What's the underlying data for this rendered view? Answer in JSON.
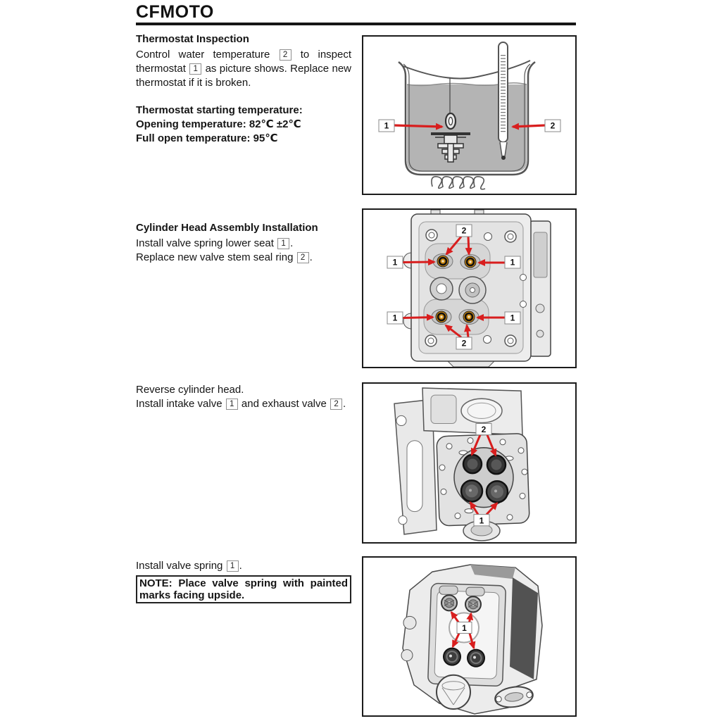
{
  "page": {
    "brand": "CFMOTO"
  },
  "punct": {
    "dot": "."
  },
  "colors": {
    "arrow_red": "#d81e1e",
    "seal_orange": "#cd8a10"
  },
  "section1": {
    "heading": "Thermostat Inspection",
    "p_a": "Control water temperature",
    "ref_a": "2",
    "p_b": "to inspect thermostat",
    "ref_b": "1",
    "p_c": "as picture shows. Replace new thermostat if it is broken.",
    "spec_title": "Thermostat starting temperature:",
    "spec_opening": "Opening temperature: 82℃ ±2℃",
    "spec_full": "Full open temperature: 95℃"
  },
  "section2": {
    "heading": "Cylinder Head Assembly Installation",
    "line1": "Install valve spring lower seat",
    "ref1": "1",
    "line2": "Replace new valve stem seal ring",
    "ref2": "2"
  },
  "section3": {
    "line1": "Reverse cylinder head.",
    "line2a": "Install intake valve",
    "ref1": "1",
    "line2b": "and exhaust valve",
    "ref2": "2"
  },
  "section4": {
    "line1": "Install valve spring",
    "ref1": "1",
    "note": "NOTE: Place valve spring with painted marks facing upside."
  },
  "figures": {
    "fig1": {
      "label1": "1",
      "label2": "2"
    },
    "fig2": {
      "label1": "1",
      "label2": "2"
    },
    "fig3": {
      "label1": "1",
      "label2": "2"
    },
    "fig4": {
      "label1": "1"
    }
  }
}
